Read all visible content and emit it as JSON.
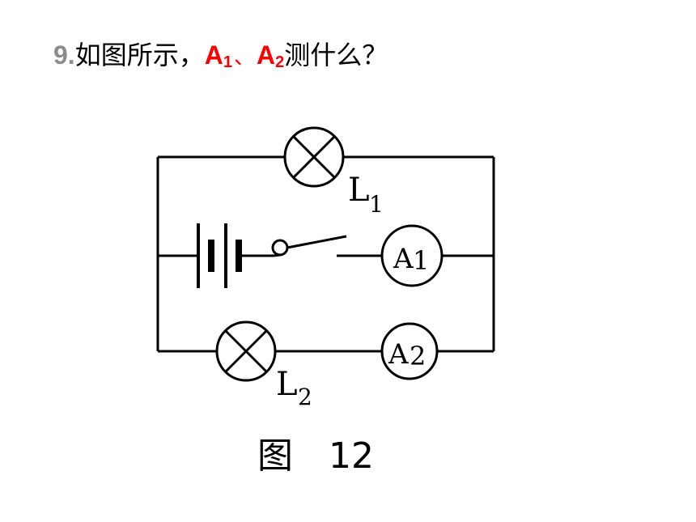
{
  "question": {
    "number": "9.",
    "prefix": "如图所示，",
    "a1_letter": "A",
    "a1_sub": "1",
    "separator": "、",
    "a2_letter": "A",
    "a2_sub": "2",
    "suffix": "测什么？"
  },
  "diagram": {
    "lamp1_label": "L",
    "lamp1_sub": "1",
    "lamp2_label": "L",
    "lamp2_sub": "2",
    "ammeter1_letter": "A",
    "ammeter1_sub": "1",
    "ammeter2_letter": "A",
    "ammeter2_sub": "2",
    "caption_char": "图",
    "caption_num": "12"
  }
}
